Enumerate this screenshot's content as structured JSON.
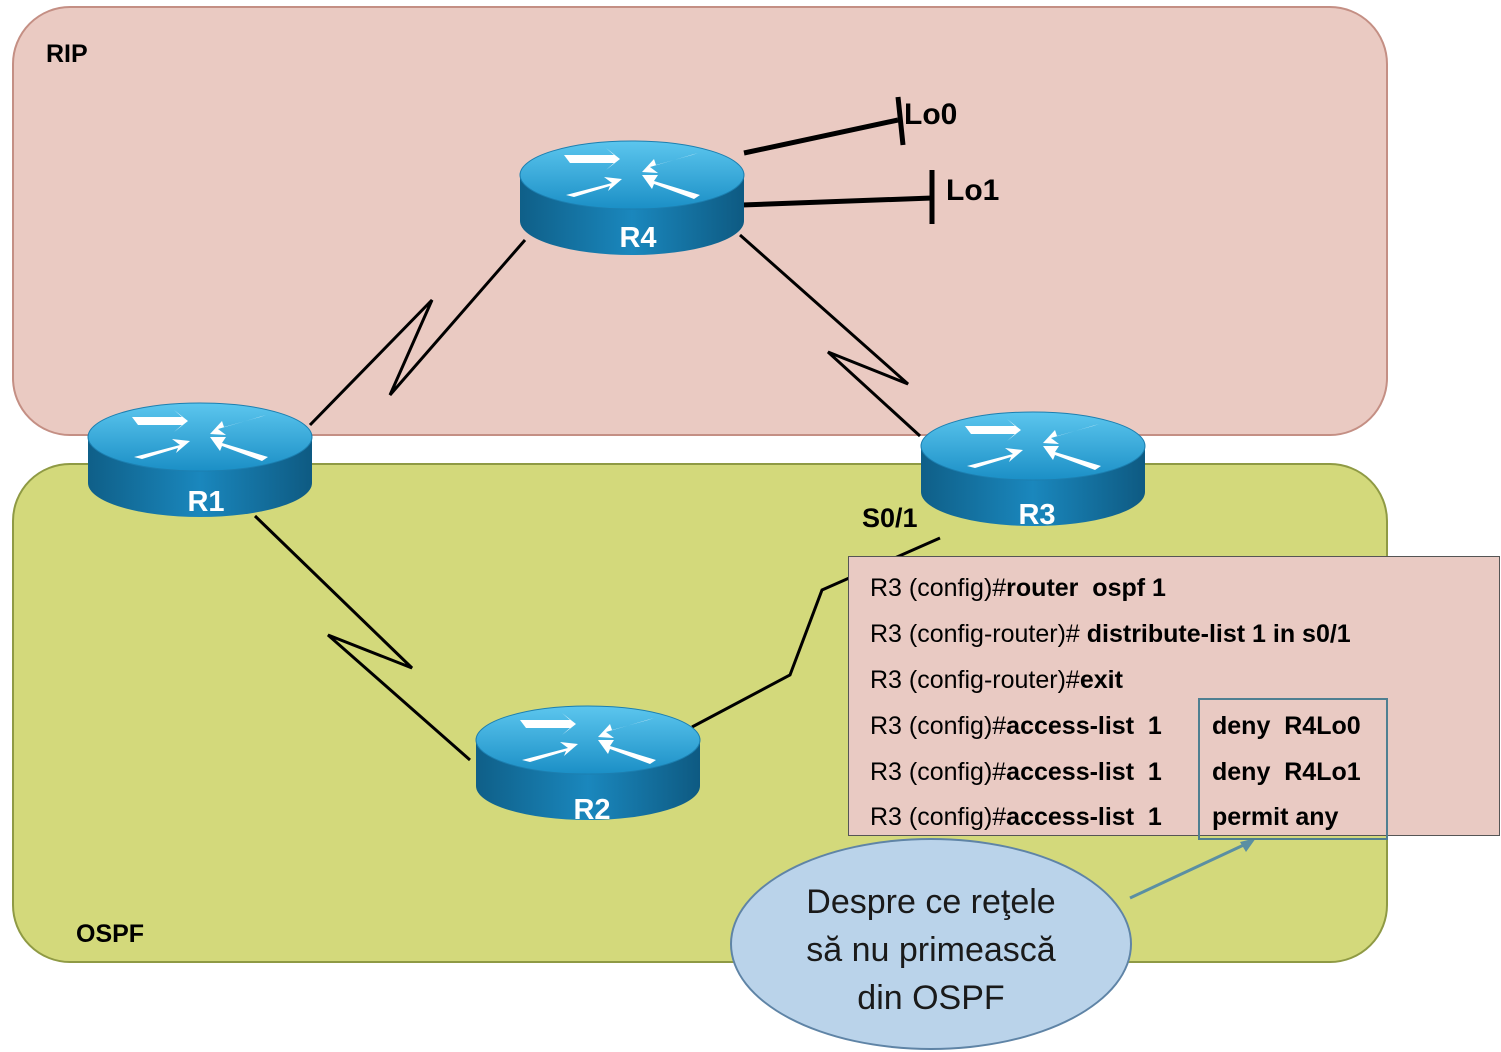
{
  "zones": {
    "top": "RIP",
    "bottom": "OSPF"
  },
  "routers": {
    "r1": "R1",
    "r2": "R2",
    "r3": "R3",
    "r4": "R4"
  },
  "loopbacks": {
    "lo0": "Lo0",
    "lo1": "Lo1"
  },
  "interface": "S0/1",
  "config": {
    "line1_prefix": "R3 (config)#",
    "line1_cmd": "router  ospf 1",
    "line2_prefix": "R3 (config-router)# ",
    "line2_cmd": "distribute-list 1 in s0/1",
    "line3_prefix": "R3 (config-router)#",
    "line3_cmd": "exit",
    "line4_prefix": "R3 (config)#",
    "line4_cmd": "access-list  1",
    "line4_action": "deny  R4Lo0",
    "line5_prefix": "R3 (config)#",
    "line5_cmd": "access-list  1",
    "line5_action": "deny  R4Lo1",
    "line6_prefix": "R3 (config)#",
    "line6_cmd": "access-list  1",
    "line6_action": "permit any"
  },
  "callout": "Despre ce reţele să nu primească din OSPF",
  "colors": {
    "rip_zone": "#eacac2",
    "ospf_zone": "#d3d97b",
    "router_top": "#27a6d8",
    "router_side": "#1475a3",
    "callout_fill": "#bad3ea"
  }
}
